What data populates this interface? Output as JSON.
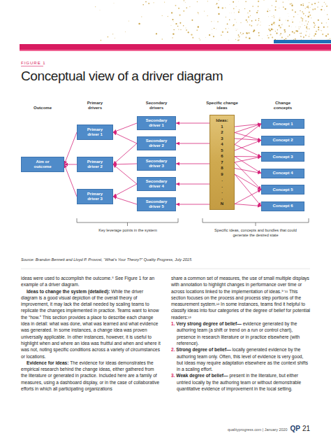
{
  "diagram": {
    "title": "Conceptual view of a driver diagram",
    "caption": "Source: Brandon Bennett and Lloyd P. Provost, “What’s Your Theory?” Quality Progress, July 2015.",
    "nodes": [
      {
        "text": [
          "Aim or outcome"
        ]
      },
      {
        "text": [
          "Primary driver 1"
        ]
      },
      {
        "text": [
          "Primary driver 2"
        ]
      },
      {
        "text": [
          "Primary driver 3"
        ]
      },
      {
        "text": [
          "Secondary driver 1"
        ]
      },
      {
        "text": [
          "Secondary driver 2"
        ]
      },
      {
        "text": [
          "Secondary driver 3"
        ]
      },
      {
        "text": [
          "Secondary driver 4"
        ]
      },
      {
        "text": [
          "Secondary driver 5"
        ]
      },
      {
        "text": [
          "Ideas:",
          "1",
          "2",
          "3",
          "4",
          "5",
          "6",
          "7",
          "8",
          "9",
          ".",
          ".",
          ".",
          ".",
          "N"
        ]
      },
      {
        "text": [
          "Concept 1"
        ]
      },
      {
        "text": [
          "Concept 2"
        ]
      },
      {
        "text": [
          "Concept 3"
        ]
      },
      {
        "text": [
          "Concept 4"
        ]
      },
      {
        "text": [
          "Concept 5"
        ]
      },
      {
        "text": [
          "Concept 6"
        ]
      }
    ],
    "edges": [
      {
        "from": 1,
        "to": 0,
        "arrow": "to"
      },
      {
        "from": 2,
        "to": 0,
        "arrow": "to"
      },
      {
        "from": 3,
        "to": 0,
        "arrow": "to"
      },
      {
        "from": 4,
        "to": 1,
        "arrow": "to"
      },
      {
        "from": 5,
        "to": 1,
        "arrow": "to"
      },
      {
        "from": 5,
        "to": 2,
        "arrow": "to"
      },
      {
        "from": 6,
        "to": 2,
        "arrow": "to"
      },
      {
        "from": 7,
        "to": 2,
        "arrow": "to"
      },
      {
        "from": 7,
        "to": 3,
        "arrow": "to"
      },
      {
        "from": 8,
        "to": 3,
        "arrow": "to"
      },
      {
        "from": 9,
        "to": 4,
        "arrow": "to"
      },
      {
        "from": 9,
        "to": 5,
        "arrow": "to"
      },
      {
        "from": 9,
        "to": 6,
        "arrow": "to"
      },
      {
        "from": 9,
        "to": 7,
        "arrow": "to"
      },
      {
        "from": 9,
        "to": 8,
        "arrow": "to"
      },
      {
        "from": 9,
        "to": 10,
        "arrow": "to"
      },
      {
        "from": 9,
        "to": 10,
        "arrow": "to"
      },
      {
        "from": 9,
        "to": 10,
        "arrow": "to"
      },
      {
        "from": 9,
        "to": 11,
        "arrow": "to"
      },
      {
        "from": 9,
        "to": 11,
        "arrow": "to"
      },
      {
        "from": 9,
        "to": 11,
        "arrow": "to"
      },
      {
        "from": 9,
        "to": 12,
        "arrow": "to"
      },
      {
        "from": 9,
        "to": 12,
        "arrow": "to"
      },
      {
        "from": 9,
        "to": 12,
        "arrow": "to"
      },
      {
        "from": 9,
        "to": 13,
        "arrow": "to"
      },
      {
        "from": 9,
        "to": 13,
        "arrow": "to"
      },
      {
        "from": 9,
        "to": 14,
        "arrow": "to"
      },
      {
        "from": 9,
        "to": 14,
        "arrow": "to"
      },
      {
        "from": 9,
        "to": 14,
        "arrow": "to"
      },
      {
        "from": 9,
        "to": 15,
        "arrow": "to"
      },
      {
        "from": 9,
        "to": 15,
        "arrow": "to"
      }
    ],
    "labels": [
      "FIGURE 1",
      "Outcome",
      "Primary drivers",
      "Secondary drivers",
      "Specific change ideas",
      "Change concepts",
      "Key leverage points in the system",
      "Specific ideas, concepts and bundles that could generate the desired state",
      "ideas were used to accomplish the outcome.⁸ See Figure 1 for an example of a driver diagram.",
      "Ideas to change the system (detailed):",
      "While the driver diagram is a good visual depiction of the overall theory of improvement, it may lack the detail needed by scaling teams to replicate the changes implemented in practice. Teams want to know the “how.” This section provides a place to describe each change idea in detail: what was done, what was learned and what evidence was generated. In some instances, a change idea was proven universally applicable. In other instances, however, it is useful to highlight when and where an idea was fruitful and when and where it was not, noting specific conditions across a variety of circumstances or locations.",
      "Evidence for ideas:",
      "The evidence for ideas demonstrates the empirical research behind the change ideas, either gathered from the literature or generated in practice. Included here are a family of measures, using a dashboard display, or in the case of collaborative efforts in which all participating organizations",
      "share a common set of measures, the use of small multiple displays with annotation to highlight changes in performance over time or across locations linked to the implementation of ideas.⁹⁻¹¹ This section focuses on the process and process step portions of the measurement system.¹² In some instances, teams find it helpful to classify ideas into four categories of the degree of belief for potential readers:¹³",
      "1.",
      "Very strong degree of belief—",
      "evidence generated by the authoring team (a shift or trend on a run or control chart), presence in research literature or in practice elsewhere (with reference).",
      "2.",
      "Strong degree of belief—",
      "locally generated evidence by the authoring team only. Often, this level of evidence is very good, but ideas may require adaptation elsewhere as the context shifts in a scaling effort.",
      "3.",
      "Weak degree of belief—",
      "present in the literature, but either untried locally by the authoring team or without demonstrable quantitative evidence of improvement in the local setting.",
      "qualityprogress.com | January 2020",
      "QP",
      "21"
    ]
  }
}
